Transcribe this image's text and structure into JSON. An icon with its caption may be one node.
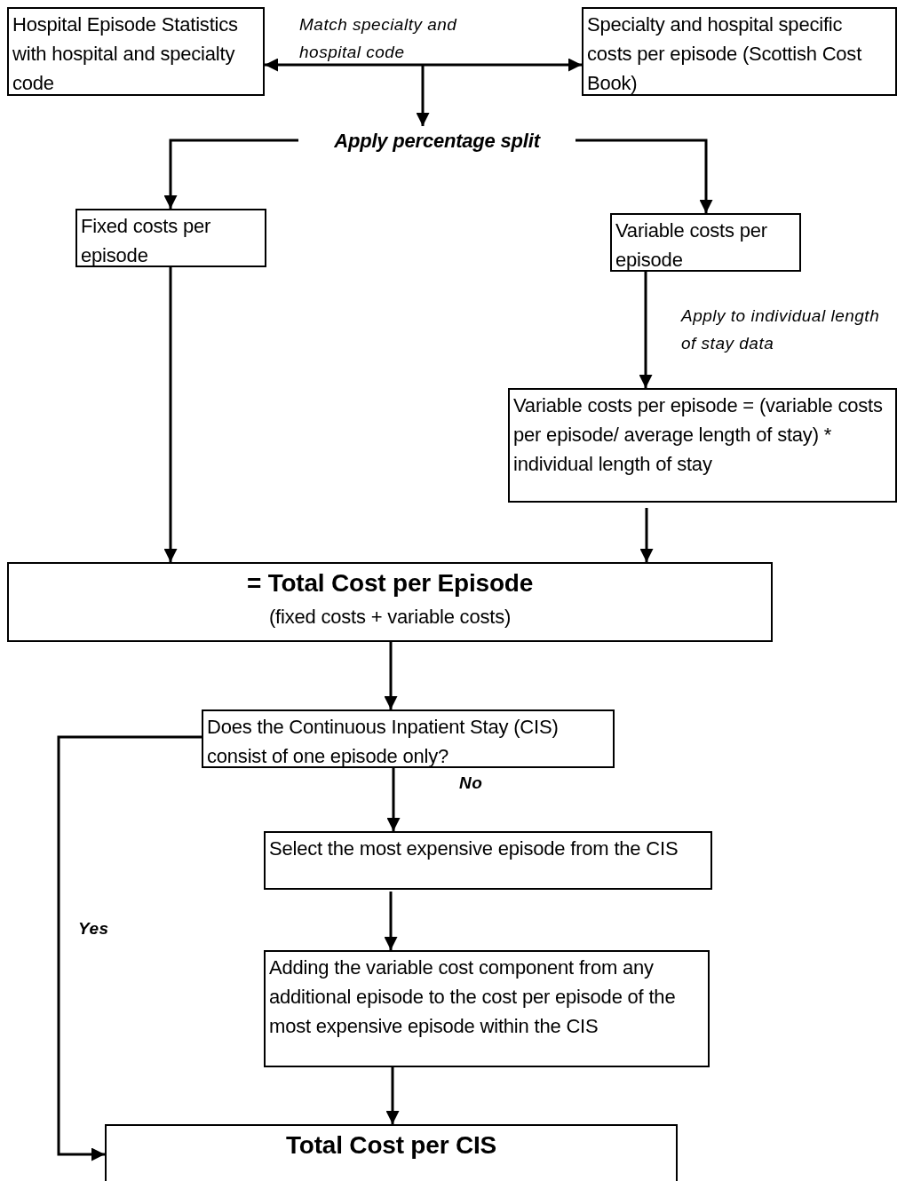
{
  "diagram": {
    "nodes": [
      {
        "text": [
          "Hospital Episode Statistics with hospital and specialty code"
        ]
      },
      {
        "text": [
          "Specialty and hospital specific costs per episode (Scottish Cost Book)"
        ]
      },
      {
        "text": [
          "Apply percentage split"
        ]
      },
      {
        "text": [
          "Fixed costs per episode"
        ]
      },
      {
        "text": [
          "Variable costs per episode"
        ]
      },
      {
        "text": [
          "Variable costs per episode = (variable costs per episode/ average length of stay) * individual length of stay"
        ]
      },
      {
        "text": [
          "= Total Cost per Episode",
          "(fixed costs + variable costs)"
        ]
      },
      {
        "text": [
          "Does the Continuous Inpatient Stay (CIS) consist of one episode only?"
        ]
      },
      {
        "text": [
          "Select the most expensive episode from the CIS"
        ]
      },
      {
        "text": [
          "Adding the variable cost component from any additional episode to the cost per episode of the most expensive episode within the CIS"
        ]
      },
      {
        "text": [
          "Total Cost per CIS"
        ]
      }
    ],
    "edges": [
      {
        "from": 0,
        "to": 1,
        "arrow": "both",
        "label": "Match specialty and hospital code"
      },
      {
        "from": null,
        "to": 2,
        "arrow": "to"
      },
      {
        "from": 2,
        "to": 3,
        "arrow": "to"
      },
      {
        "from": 2,
        "to": 4,
        "arrow": "to"
      },
      {
        "from": 4,
        "to": 5,
        "arrow": "to",
        "label": "Apply to individual length of stay data"
      },
      {
        "from": 3,
        "to": 6,
        "arrow": "to"
      },
      {
        "from": 5,
        "to": 6,
        "arrow": "to"
      },
      {
        "from": 6,
        "to": 7,
        "arrow": "to"
      },
      {
        "from": 7,
        "to": 8,
        "arrow": "to",
        "label": "No"
      },
      {
        "from": 8,
        "to": 9,
        "arrow": "to"
      },
      {
        "from": 9,
        "to": 10,
        "arrow": "to"
      },
      {
        "from": 7,
        "to": 10,
        "arrow": "to",
        "label": "Yes"
      }
    ]
  }
}
